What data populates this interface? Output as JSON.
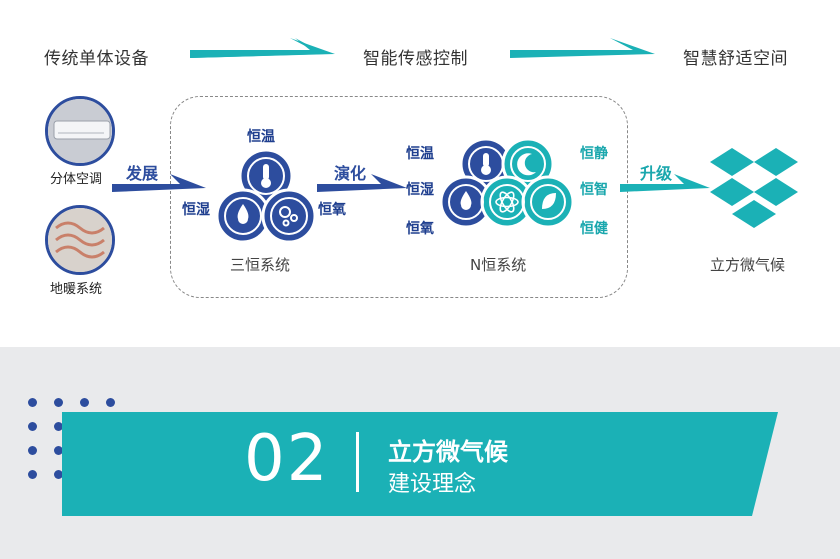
{
  "stages": {
    "stage1": "传统单体设备",
    "stage2": "智能传感控制",
    "stage3": "智慧舒适空间"
  },
  "inputs": {
    "item1": "分体空调",
    "item2": "地暖系统"
  },
  "arrows": {
    "develop": "发展",
    "evolve": "演化",
    "upgrade": "升级"
  },
  "three_system": {
    "label": "三恒系统",
    "top": "恒温",
    "left": "恒湿",
    "right": "恒氧"
  },
  "n_system": {
    "label": "N恒系统",
    "left_items": [
      "恒温",
      "恒湿",
      "恒氧"
    ],
    "right_items": [
      "恒静",
      "恒智",
      "恒健"
    ]
  },
  "output": {
    "label": "立方微气候"
  },
  "banner": {
    "number": "02",
    "title": "立方微气候",
    "subtitle": "建设理念"
  },
  "colors": {
    "navy": "#2d4d9e",
    "teal": "#1bb1b6",
    "bg_band": "#e9eaec"
  }
}
